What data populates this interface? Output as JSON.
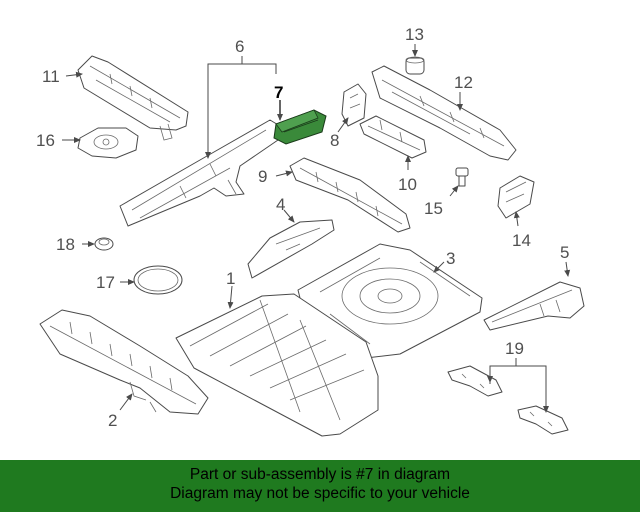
{
  "diagram": {
    "callouts": {
      "c1": "1",
      "c2": "2",
      "c3": "3",
      "c4": "4",
      "c5": "5",
      "c6": "6",
      "c7": "7",
      "c8": "8",
      "c9": "9",
      "c10": "10",
      "c11": "11",
      "c12": "12",
      "c13": "13",
      "c14": "14",
      "c15": "15",
      "c16": "16",
      "c17": "17",
      "c18": "18",
      "c19": "19"
    },
    "highlight_color": "#3a8a3a",
    "line_color": "#4a4a4a"
  },
  "banner": {
    "line1": "Part or sub-assembly is #7 in diagram",
    "line2": "Diagram may not be specific to your vehicle",
    "background": "#1f7a1f"
  }
}
